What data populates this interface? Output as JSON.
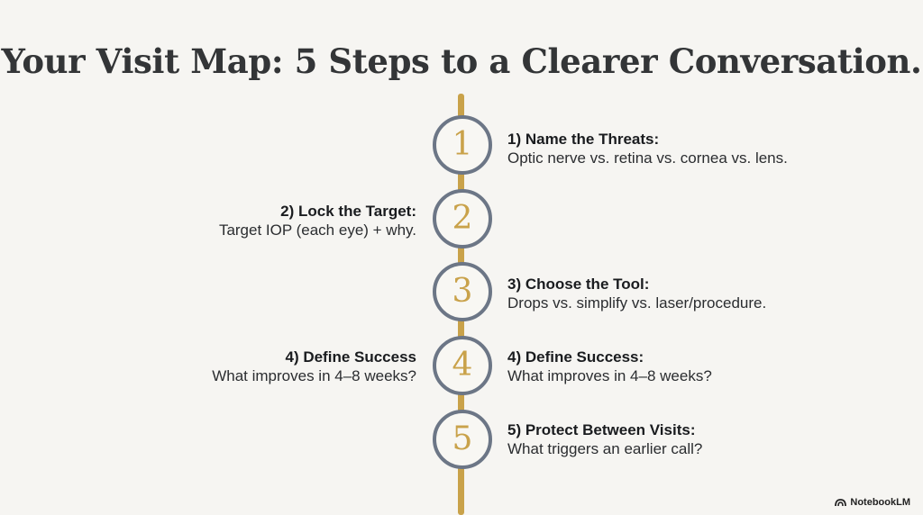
{
  "title": "Your Visit Map: 5 Steps to a Clearer Conversation.",
  "steps": [
    {
      "number": "1",
      "title": "1) Name the Threats:",
      "desc": "Optic nerve vs. retina vs. cornea vs. lens.",
      "side": "right"
    },
    {
      "number": "2",
      "title": "2) Lock the Target:",
      "desc": "Target IOP (each eye) + why.",
      "side": "left"
    },
    {
      "number": "3",
      "title": "3) Choose the Tool:",
      "desc": "Drops vs. simplify vs. laser/procedure.",
      "side": "right"
    },
    {
      "number": "4",
      "title_left": "4) Define Success",
      "desc_left": "What improves in 4–8 weeks?",
      "title": "4) Define Success:",
      "desc": "What improves in 4–8 weeks?",
      "side": "both"
    },
    {
      "number": "5",
      "title": "5) Protect Between Visits:",
      "desc": "What triggers an earlier call?",
      "side": "right"
    }
  ],
  "brand": {
    "label": "NotebookLM",
    "icon": "notebooklm-logo-icon"
  },
  "colors": {
    "background": "#f6f5f2",
    "accent_gold": "#c9a24a",
    "circle_border": "#6c7686",
    "text": "#1f2124"
  }
}
